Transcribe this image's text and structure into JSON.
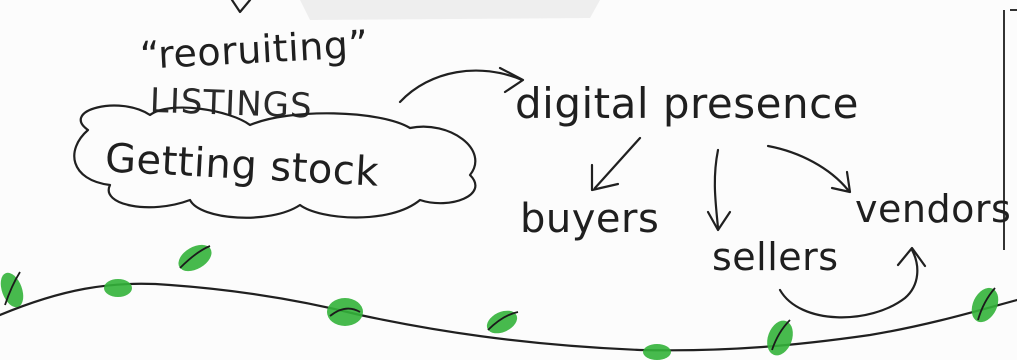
{
  "notes": {
    "recruiting": "“reoruiting”",
    "listings": "LISTINGS",
    "getting_stock": "Getting stock",
    "digital_presence": "digital presence",
    "buyers": "buyers",
    "sellers": "sellers",
    "vendors": "vendors"
  },
  "colors": {
    "ink": "#202020",
    "leaf": "#33b23a",
    "paper": "#fcfcfc"
  }
}
